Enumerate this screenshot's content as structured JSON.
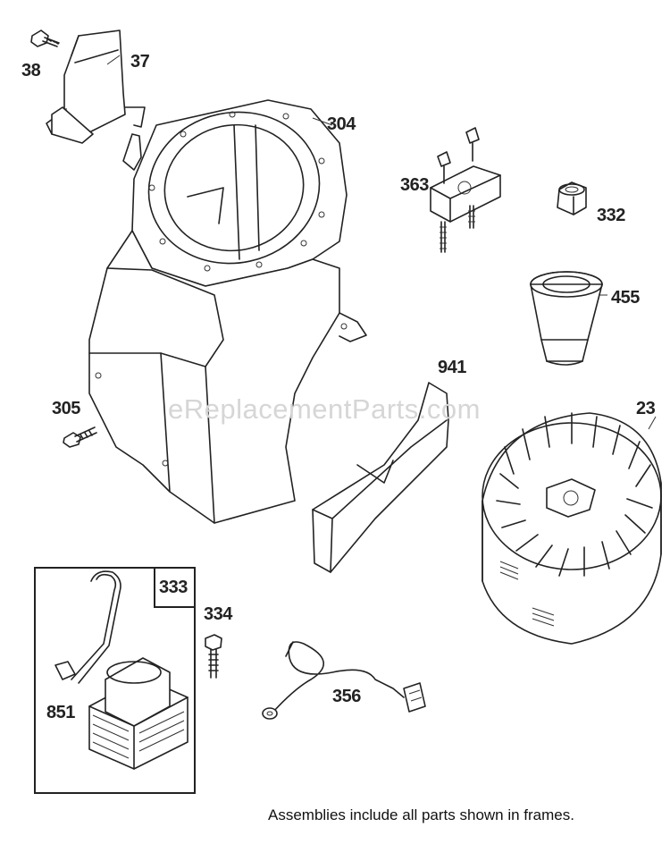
{
  "diagram": {
    "watermark": "eReplacementParts.com",
    "footnote": "Assemblies include all parts shown in frames.",
    "callouts": {
      "p38": "38",
      "p37": "37",
      "p304": "304",
      "p363": "363",
      "p332": "332",
      "p455": "455",
      "p941": "941",
      "p305": "305",
      "p23": "23",
      "p333": "333",
      "p334": "334",
      "p851": "851",
      "p356": "356"
    }
  }
}
